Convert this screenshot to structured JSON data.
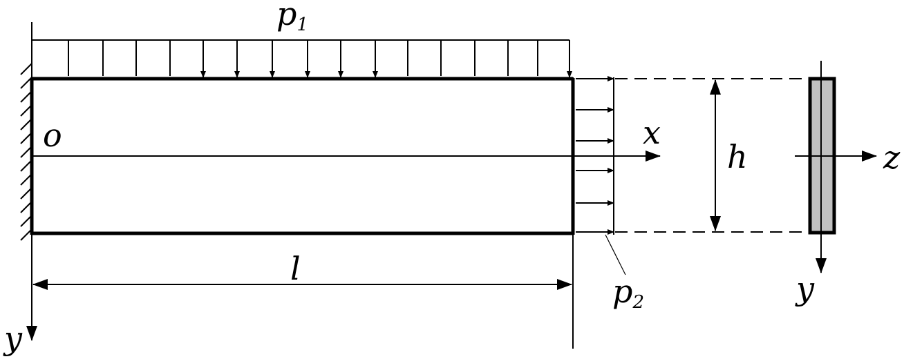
{
  "labels": {
    "p1_main": "p",
    "p1_sub": "1",
    "p2_main": "p",
    "p2_sub": "2",
    "origin": "o",
    "x_axis": "x",
    "y_axis_left": "y",
    "y_axis_right": "y",
    "z_axis": "z",
    "height": "h",
    "length": "l"
  },
  "colors": {
    "stroke": "#000000",
    "section_fill": "#c0c0c0",
    "background": "#ffffff"
  }
}
